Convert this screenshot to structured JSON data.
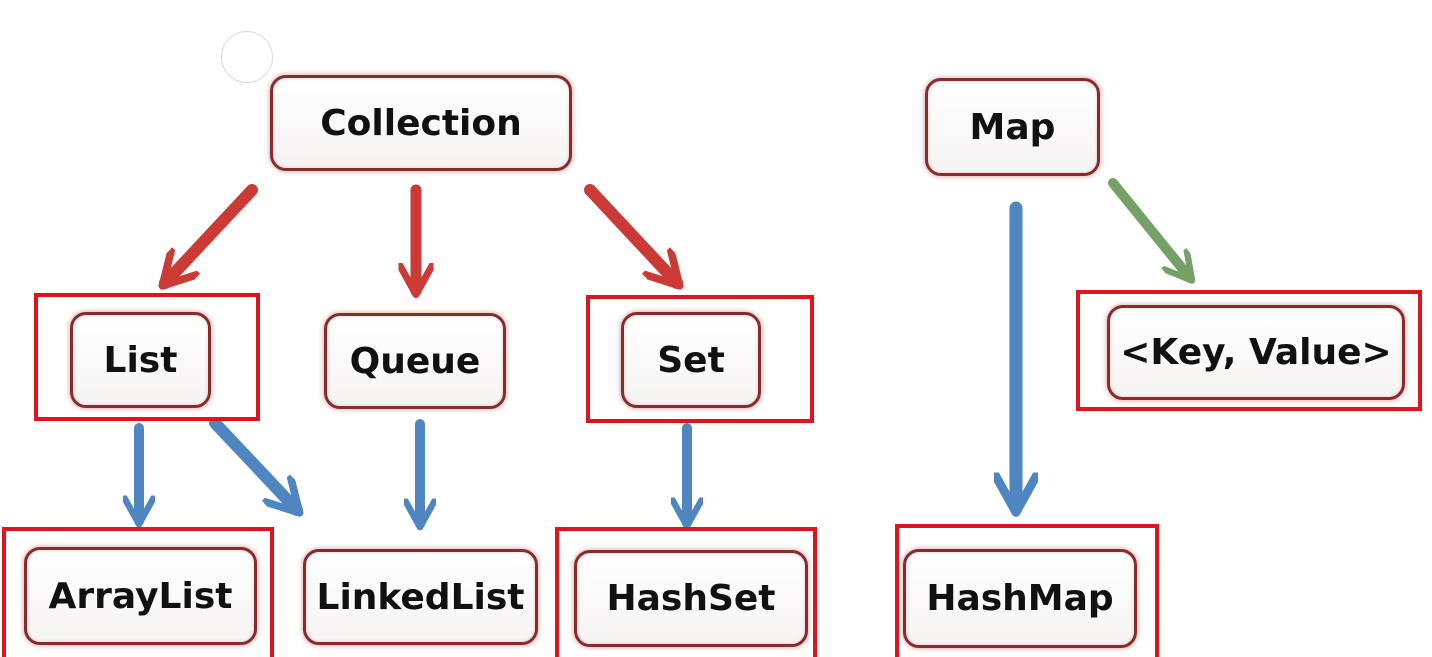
{
  "nodes": {
    "collection": "Collection",
    "list": "List",
    "queue": "Queue",
    "set": "Set",
    "arraylist": "ArrayList",
    "linkedlist": "LinkedList",
    "hashset": "HashSet",
    "map": "Map",
    "hashmap": "HashMap",
    "keyvalue": "<Key, Value>"
  },
  "colors": {
    "collection_arrows": "#cc3a35",
    "implementation_arrows": "#4f86c2",
    "entry_arrow": "#75a067",
    "highlight_box": "#e0141e",
    "node_border": "#8a2a2a"
  }
}
